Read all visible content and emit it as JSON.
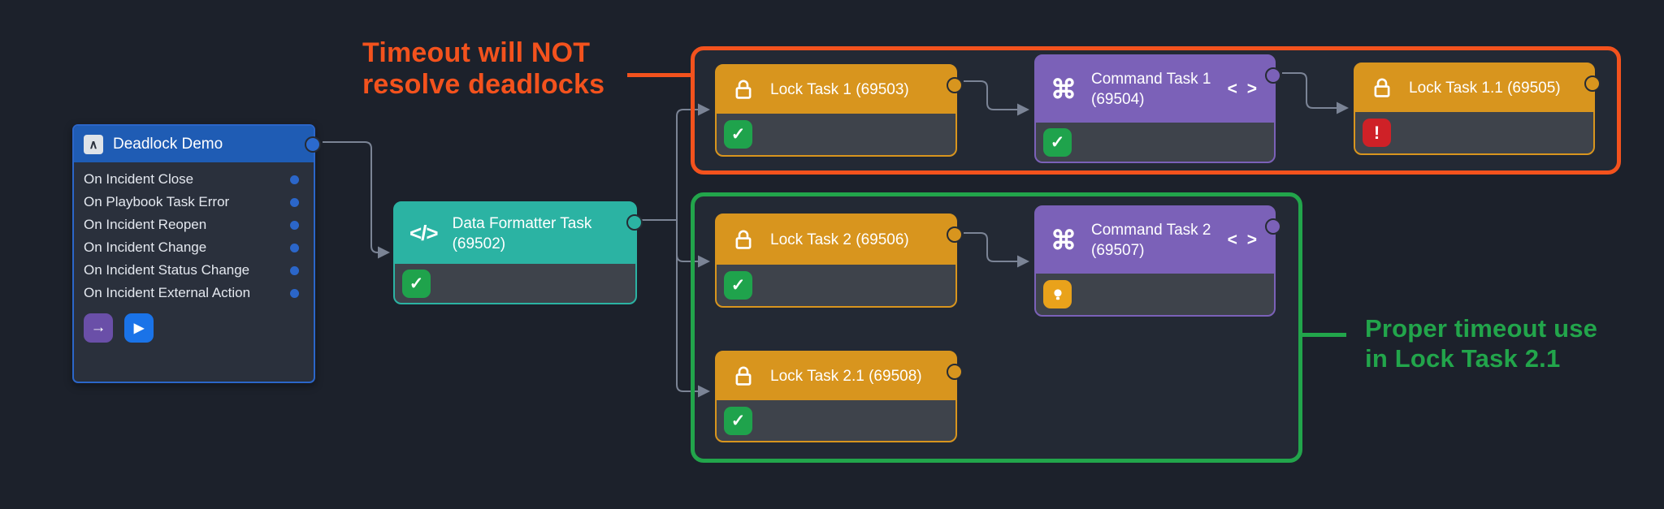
{
  "colors": {
    "background": "#1c212b",
    "amber_accent": "#d8951e",
    "purple_accent": "#7b61b8",
    "teal_accent": "#2bb3a3",
    "blue_accent": "#1f5cb4",
    "orange_annotation": "#f3521d",
    "green_annotation": "#22a54b",
    "success_badge": "#1fa34c",
    "error_badge": "#cf2127",
    "warning_badge": "#e9a21b",
    "wire": "#7b8495"
  },
  "annotations": {
    "timeout": {
      "line1": "Timeout will NOT",
      "line2": "resolve deadlocks"
    },
    "proper": {
      "line1": "Proper timeout use",
      "line2": "in Lock Task 2.1"
    }
  },
  "trigger": {
    "title": "Deadlock Demo",
    "collapse_icon": "∧",
    "items": [
      "On Incident Close",
      "On Playbook Task Error",
      "On Incident Reopen",
      "On Incident Change",
      "On Incident Status Change",
      "On Incident External Action"
    ],
    "buttons": {
      "goto": "→",
      "run": "▶"
    }
  },
  "nodes": {
    "formatter": {
      "line1": "Data Formatter Task",
      "line2": "(69502)",
      "status": "success"
    },
    "lock1": {
      "title": "Lock Task 1 (69503)",
      "status": "success"
    },
    "cmd1": {
      "line1": "Command Task 1",
      "line2": "(69504)",
      "status": "success"
    },
    "lock11": {
      "title": "Lock Task 1.1 (69505)",
      "status": "error"
    },
    "lock2": {
      "title": "Lock Task 2 (69506)",
      "status": "success"
    },
    "cmd2": {
      "line1": "Command Task 2",
      "line2": "(69507)",
      "status": "waiting"
    },
    "lock21": {
      "title": "Lock Task 2.1 (69508)",
      "status": "success"
    }
  },
  "glyphs": {
    "check": "✓",
    "error": "!",
    "command": "⌘",
    "code": "</>",
    "angle_brackets": "< >"
  }
}
